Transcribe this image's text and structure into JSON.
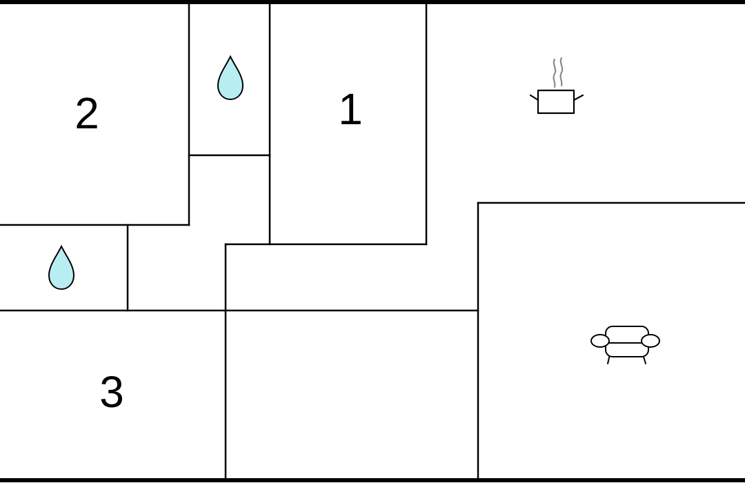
{
  "floor_plan": {
    "rooms": [
      {
        "id": "bedroom-2",
        "label": "2"
      },
      {
        "id": "bedroom-1",
        "label": "1"
      },
      {
        "id": "bedroom-3",
        "label": "3"
      }
    ],
    "icons": [
      {
        "id": "bathroom-upper",
        "icon": "water-drop-icon",
        "color": "#b8eef2"
      },
      {
        "id": "bathroom-lower",
        "icon": "water-drop-icon",
        "color": "#b8eef2"
      },
      {
        "id": "kitchen",
        "icon": "cooking-pot-icon"
      },
      {
        "id": "living-room",
        "icon": "armchair-icon"
      }
    ],
    "colors": {
      "walls": "#000000",
      "background": "#ffffff",
      "water": "#b8eef2",
      "steam": "#8a8a8a"
    }
  }
}
